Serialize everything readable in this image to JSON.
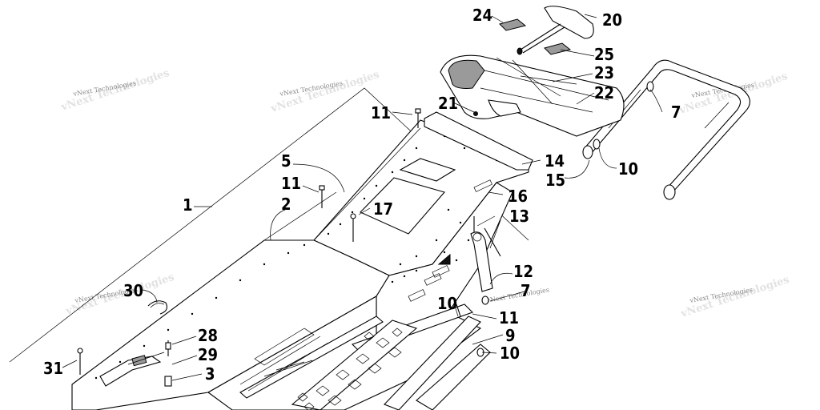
{
  "callouts": {
    "c1": "1",
    "c2": "2",
    "c3": "3",
    "c5": "5",
    "c7a": "7",
    "c7b": "7",
    "c9": "9",
    "c10a": "10",
    "c10b": "10",
    "c10c": "10",
    "c11a": "11",
    "c11b": "11",
    "c11c": "11",
    "c12": "12",
    "c13": "13",
    "c14": "14",
    "c15": "15",
    "c16": "16",
    "c17": "17",
    "c20": "20",
    "c21": "21",
    "c22": "22",
    "c23": "23",
    "c24": "24",
    "c25": "25",
    "c28": "28",
    "c29": "29",
    "c30": "30",
    "c31": "31"
  },
  "watermark": "vNext Technologies"
}
